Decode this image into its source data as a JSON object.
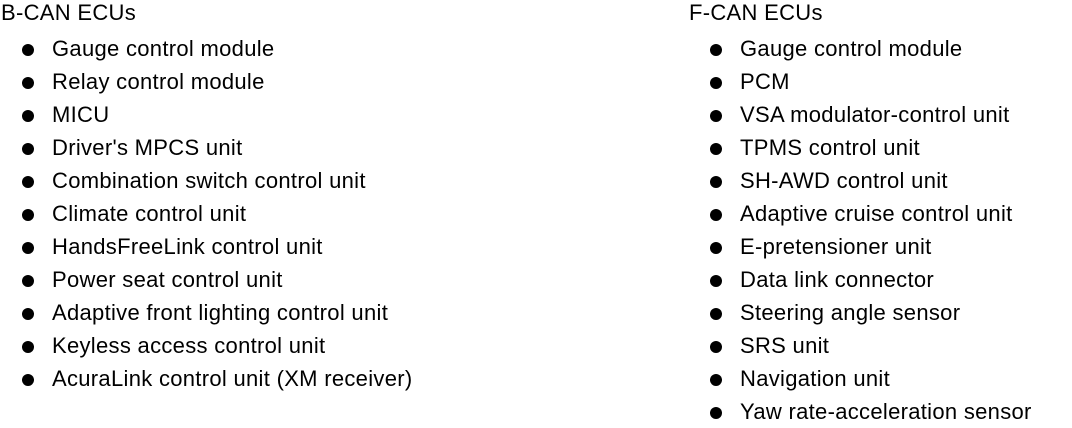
{
  "page": {
    "background": "#ffffff",
    "text_color": "#000000",
    "bullet_color": "#000000"
  },
  "columns": [
    {
      "title": "B-CAN ECUs",
      "items": [
        "Gauge control module",
        "Relay control module",
        "MICU",
        "Driver's MPCS unit",
        "Combination switch control unit",
        "Climate control unit",
        "HandsFreeLink control unit",
        "Power seat control unit",
        "Adaptive front lighting control unit",
        "Keyless access control unit",
        "AcuraLink control unit (XM receiver)"
      ]
    },
    {
      "title": "F-CAN ECUs",
      "items": [
        "Gauge control module",
        "PCM",
        "VSA modulator-control unit",
        "TPMS control unit",
        "SH-AWD control unit",
        "Adaptive cruise control unit",
        "E-pretensioner unit",
        "Data link connector",
        "Steering angle sensor",
        "SRS unit",
        "Navigation unit",
        "Yaw rate-acceleration sensor"
      ]
    }
  ]
}
